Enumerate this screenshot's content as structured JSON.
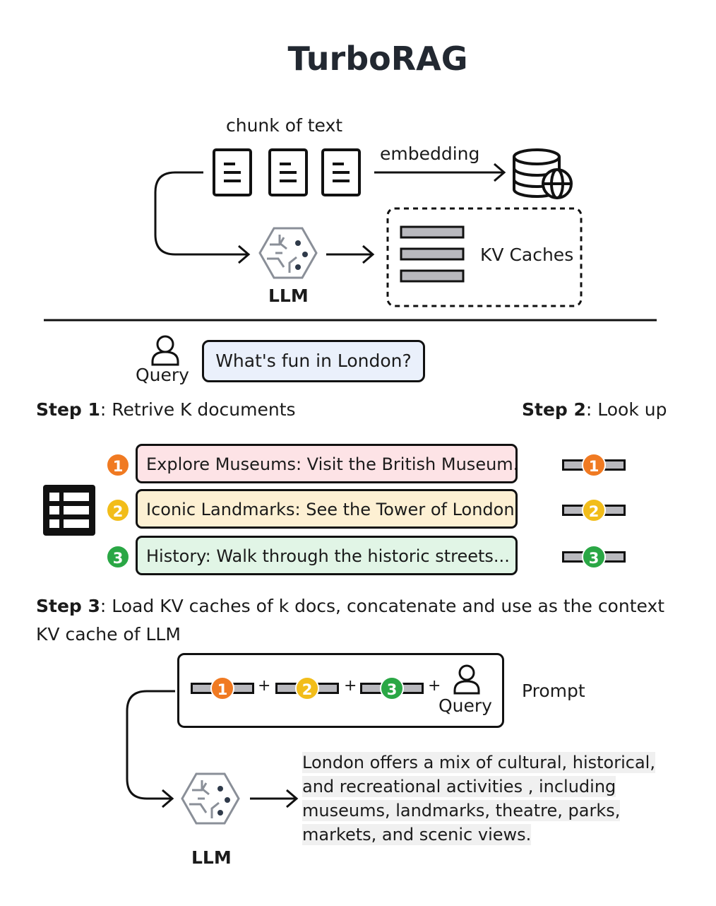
{
  "title": "TurboRAG",
  "top": {
    "chunk_label": "chunk of text",
    "embedding_label": "embedding",
    "kv_caches_label": "KV Caches",
    "llm_label": "LLM"
  },
  "query": {
    "label": "Query",
    "text": "What's fun in London?"
  },
  "step1": {
    "prefix": "Step 1",
    "text": ": Retrive K documents"
  },
  "step2": {
    "prefix": "Step 2",
    "text": ": Look up"
  },
  "documents": [
    {
      "num": "1",
      "text": "Explore Museums: Visit the British Museum...",
      "bg": "#fde3e6",
      "badge": "#f07a22"
    },
    {
      "num": "2",
      "text": "Iconic Landmarks: See the Tower of London...",
      "bg": "#fdf0d3",
      "badge": "#f2bd1a"
    },
    {
      "num": "3",
      "text": "History: Walk through the historic streets...",
      "bg": "#e1f5e6",
      "badge": "#2aa745"
    }
  ],
  "step3": {
    "prefix": "Step 3",
    "text": ": Load KV caches of k docs, concatenate and use as the context",
    "line2": "KV cache of LLM"
  },
  "prompt": {
    "label": "Prompt",
    "plus": "+",
    "query_label": "Query"
  },
  "bottom_llm_label": "LLM",
  "response": {
    "lines": [
      "London offers a mix of cultural, historical,",
      "and recreational activities , including",
      "museums, landmarks, theatre, parks,",
      "markets, and scenic views."
    ]
  }
}
